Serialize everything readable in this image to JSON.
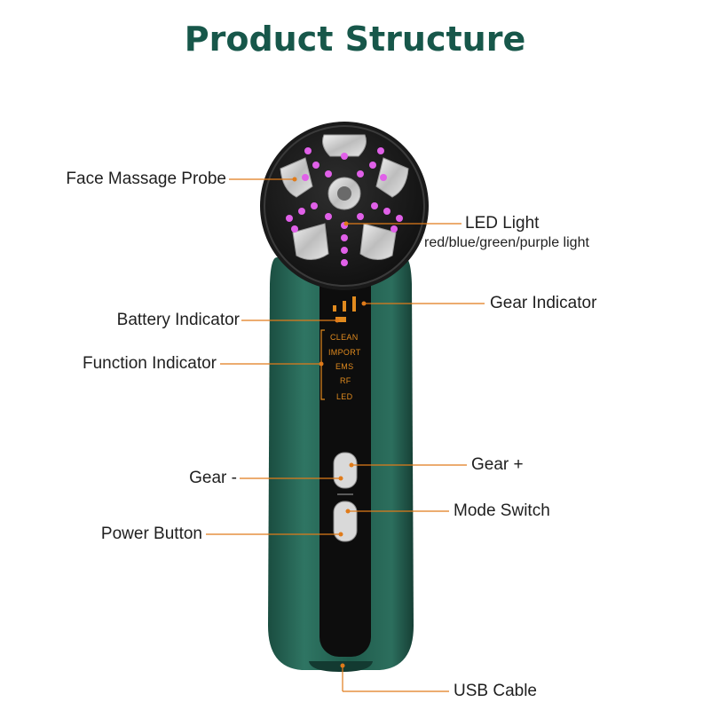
{
  "title": "Product Structure",
  "labels": {
    "face_massage_probe": "Face Massage Probe",
    "led_light": "LED Light",
    "led_light_detail": "red/blue/green/purple light",
    "gear_indicator": "Gear Indicator",
    "battery_indicator": "Battery Indicator",
    "function_indicator": "Function Indicator",
    "gear_minus": "Gear -",
    "gear_plus": "Gear +",
    "mode_switch": "Mode Switch",
    "power_button": "Power Button",
    "usb_cable": "USB Cable"
  },
  "function_modes": [
    "CLEAN",
    "IMPORT",
    "EMS",
    "RF",
    "LED"
  ],
  "colors": {
    "title": "#17574a",
    "leader_line": "#e07b1a",
    "body_green": "#1f5c4c",
    "panel_black": "#0d0d0d",
    "led_pink": "#e060e8",
    "indicator_orange": "#e08a1e"
  }
}
